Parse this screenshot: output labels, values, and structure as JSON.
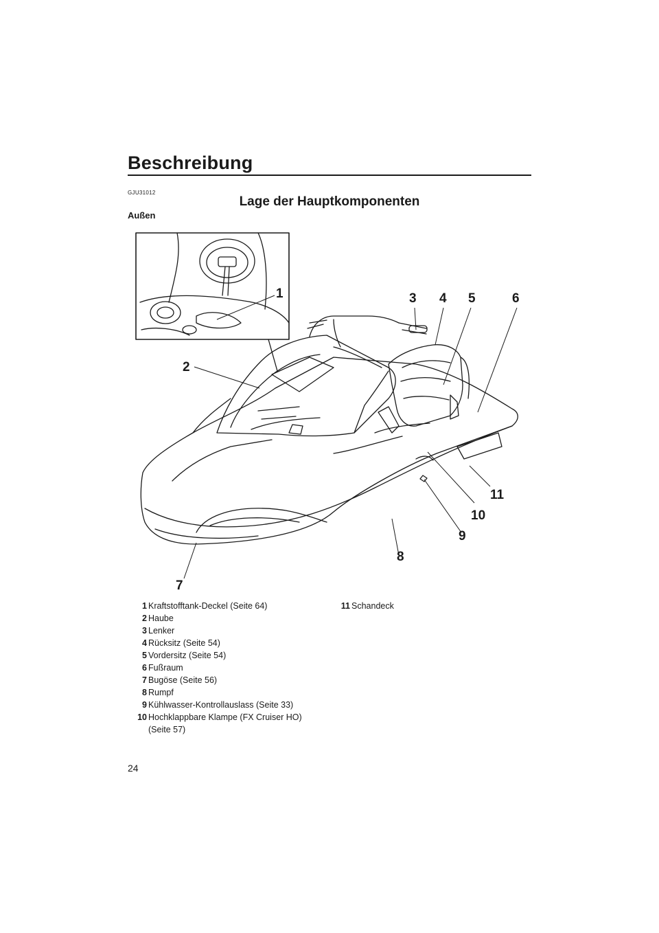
{
  "header": {
    "section_title": "Beschreibung"
  },
  "doc_code": "GJU31012",
  "heading": "Lage der Hauptkomponenten",
  "subheading": "Außen",
  "callouts": [
    "1",
    "2",
    "3",
    "4",
    "5",
    "6",
    "7",
    "8",
    "9",
    "10",
    "11"
  ],
  "legend": [
    {
      "num": "1",
      "text": "Kraftstofftank-Deckel (Seite 64)"
    },
    {
      "num": "2",
      "text": "Haube"
    },
    {
      "num": "3",
      "text": "Lenker"
    },
    {
      "num": "4",
      "text": "Rücksitz (Seite 54)"
    },
    {
      "num": "5",
      "text": "Vordersitz (Seite 54)"
    },
    {
      "num": "6",
      "text": "Fußraum"
    },
    {
      "num": "7",
      "text": "Bugöse (Seite 56)"
    },
    {
      "num": "8",
      "text": "Rumpf"
    },
    {
      "num": "9",
      "text": "Kühlwasser-Kontrollauslass (Seite 33)"
    },
    {
      "num": "10",
      "text": "Hochklappbare Klampe (FX Cruiser HO)",
      "text2": "(Seite 57)"
    },
    {
      "num": "11",
      "text": "Schandeck"
    }
  ],
  "page_number": "24"
}
